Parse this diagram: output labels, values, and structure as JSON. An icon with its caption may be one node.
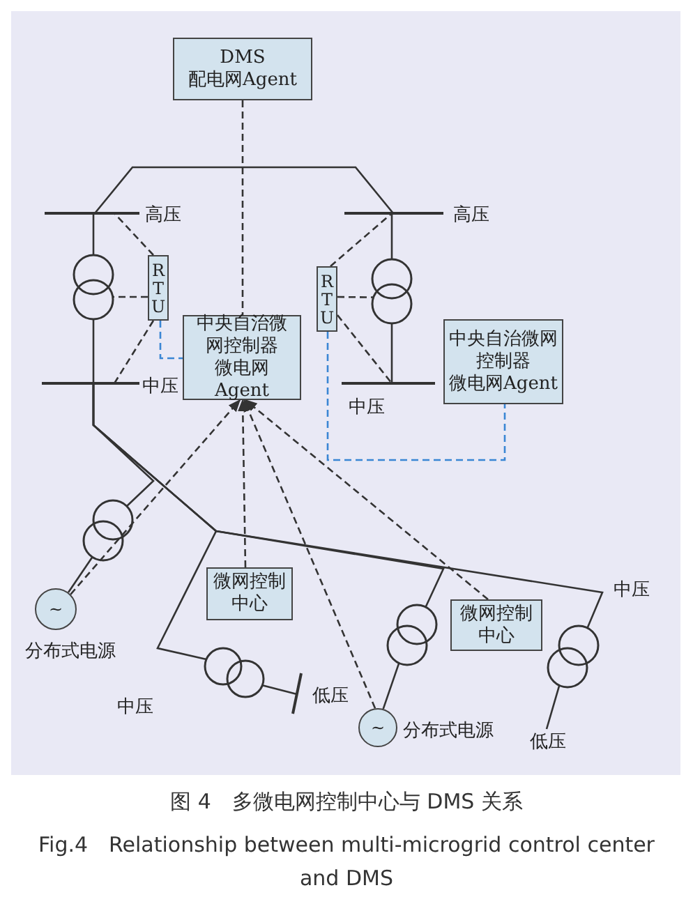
{
  "diagram": {
    "caption": "图 4　多微电网控制中心与 DMS 关系",
    "nodes": [
      {
        "text": [
          "DMS",
          "配电网Agent"
        ]
      },
      {
        "text": [
          "RTU"
        ]
      },
      {
        "text": [
          "中央自治微网控制器",
          "微电网Agent"
        ]
      },
      {
        "text": [
          "RTU"
        ]
      },
      {
        "text": [
          "中央自治微网控制器",
          "微电网Agent"
        ]
      },
      {
        "text": [
          "微网控制中心"
        ]
      },
      {
        "text": [
          "微网控制中心"
        ]
      },
      {
        "text": [],
        "shape": "bar",
        "beside": [
          "高压"
        ]
      },
      {
        "text": [],
        "shape": "bar",
        "beside": [
          "高压"
        ]
      },
      {
        "text": [],
        "shape": "circle"
      },
      {
        "text": [],
        "shape": "circle"
      },
      {
        "text": [],
        "shape": "bar",
        "beside": [
          "中压"
        ]
      },
      {
        "text": [],
        "shape": "bar",
        "beside": [
          "中压"
        ]
      },
      {
        "text": [],
        "shape": "circle"
      },
      {
        "text": [
          "~"
        ],
        "beside": [
          "分布式电源"
        ]
      },
      {
        "text": [],
        "shape": "circle"
      },
      {
        "text": [],
        "shape": "bar",
        "beside": [
          "低压"
        ]
      },
      {
        "text": [],
        "shape": "circle"
      },
      {
        "text": [
          "~"
        ],
        "beside": [
          "分布式电源"
        ]
      },
      {
        "text": [],
        "shape": "circle"
      },
      {
        "text": [
          "低压"
        ]
      }
    ],
    "edges": [
      {
        "from": 0,
        "to": 2,
        "arrow": "none",
        "style": "dashed"
      },
      {
        "from": 7,
        "to": 8,
        "arrow": "none"
      },
      {
        "from": 7,
        "to": 9,
        "arrow": "none"
      },
      {
        "from": 9,
        "to": 11,
        "arrow": "none"
      },
      {
        "from": 8,
        "to": 10,
        "arrow": "none"
      },
      {
        "from": 10,
        "to": 12,
        "arrow": "none"
      },
      {
        "from": 11,
        "to": 13,
        "arrow": "none"
      },
      {
        "from": 11,
        "to": 15,
        "arrow": "none"
      },
      {
        "from": 11,
        "to": 17,
        "arrow": "none"
      },
      {
        "from": 11,
        "to": 19,
        "arrow": "none"
      },
      {
        "from": 13,
        "to": 14,
        "arrow": "none"
      },
      {
        "from": 15,
        "to": 16,
        "arrow": "none"
      },
      {
        "from": 17,
        "to": 18,
        "arrow": "none"
      },
      {
        "from": 19,
        "to": 20,
        "arrow": "none"
      },
      {
        "from": 1,
        "to": 7,
        "arrow": "none",
        "style": "dashed"
      },
      {
        "from": 1,
        "to": 9,
        "arrow": "none",
        "style": "dashed"
      },
      {
        "from": 1,
        "to": 11,
        "arrow": "none",
        "style": "dashed"
      },
      {
        "from": 1,
        "to": 2,
        "arrow": "none",
        "style": "dashed",
        "color": "#3a86d4"
      },
      {
        "from": 3,
        "to": 8,
        "arrow": "none",
        "style": "dashed"
      },
      {
        "from": 3,
        "to": 10,
        "arrow": "none",
        "style": "dashed"
      },
      {
        "from": 3,
        "to": 12,
        "arrow": "none",
        "style": "dashed"
      },
      {
        "from": 3,
        "to": 4,
        "arrow": "none",
        "style": "dashed",
        "color": "#3a86d4"
      },
      {
        "from": 14,
        "to": 2,
        "arrow": "to",
        "style": "dashed"
      },
      {
        "from": 5,
        "to": 2,
        "arrow": "to",
        "style": "dashed"
      },
      {
        "from": 18,
        "to": 2,
        "arrow": "to",
        "style": "dashed"
      },
      {
        "from": 6,
        "to": 2,
        "arrow": "to",
        "style": "dashed"
      }
    ],
    "labels": [
      "中压",
      "中压",
      "Fig.4　Relationship between multi-microgrid control center and DMS"
    ]
  }
}
